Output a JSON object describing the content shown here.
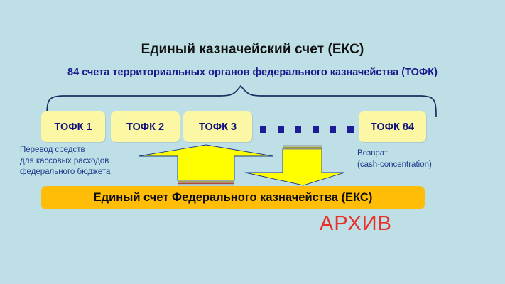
{
  "slide": {
    "background_color": "#bddfe5",
    "title": "Единый казначейский счет (ЕКС)",
    "subtitle": "84 счета территориальных органов федерального казначейства (ТОФК)"
  },
  "accounts": {
    "box_color": "#fbf7a5",
    "text_color": "#13137e",
    "items": [
      {
        "label": "ТОФК 1"
      },
      {
        "label": "ТОФК 2"
      },
      {
        "label": "ТОФК 3"
      },
      {
        "label": "ТОФК 84"
      }
    ],
    "ellipsis_count": 6,
    "ellipsis_color": "#1c1c96"
  },
  "flows": {
    "left_caption": "Перевод средств\nдля кассовых расходов\nфедерального бюджета",
    "left_caption_lines": [
      "Перевод средств",
      "для кассовых расходов",
      "федерального бюджета"
    ],
    "right_caption_lines": [
      "Возврат",
      "(cash-concentration)"
    ],
    "up_arrow_name": "transfer-up-arrow",
    "down_arrow_name": "return-down-arrow",
    "arrow_fill": "#ffff00",
    "arrow_outline": "#1a3a8c"
  },
  "banner": {
    "label": "Единый счет Федерального казначейства (ЕКС)",
    "color": "#ffbd08",
    "text_color": "#0b0b0b"
  },
  "watermark": {
    "label": "АРХИВ",
    "color": "#e8312a"
  }
}
